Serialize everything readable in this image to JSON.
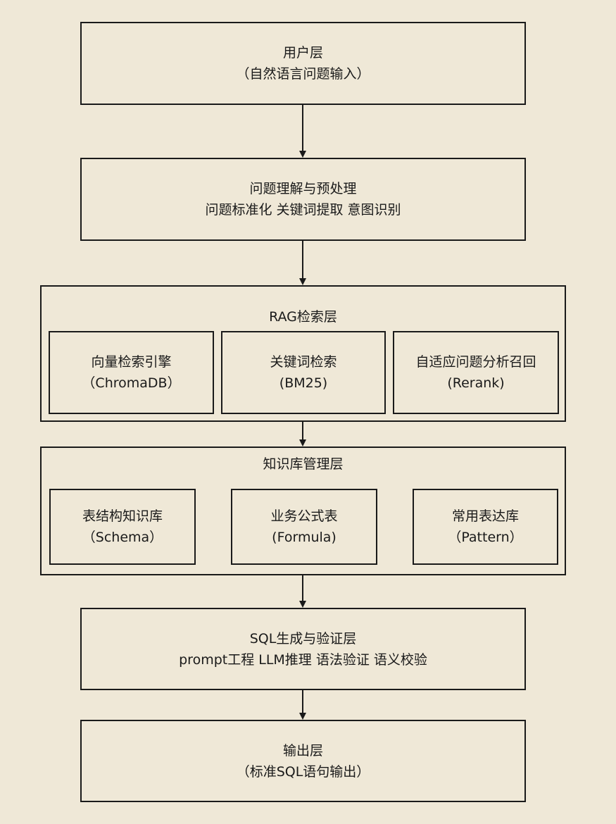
{
  "user_layer": {
    "title": "用户层",
    "subtitle": "（自然语言问题输入）"
  },
  "preprocess_layer": {
    "title": "问题理解与预处理",
    "subtitle": "问题标准化  关键词提取  意图识别"
  },
  "rag_layer": {
    "title": "RAG检索层",
    "items": [
      {
        "title": "向量检索引擎",
        "subtitle": "（ChromaDB）"
      },
      {
        "title": "关键词检索",
        "subtitle": "(BM25)"
      },
      {
        "title": "自适应问题分析召回",
        "subtitle": "(Rerank)"
      }
    ]
  },
  "kb_layer": {
    "title": "知识库管理层",
    "items": [
      {
        "title": "表结构知识库",
        "subtitle": "（Schema）"
      },
      {
        "title": "业务公式表",
        "subtitle": "(Formula)"
      },
      {
        "title": "常用表达库",
        "subtitle": "（Pattern）"
      }
    ]
  },
  "sql_layer": {
    "title": "SQL生成与验证层",
    "subtitle": "prompt工程  LLM推理  语法验证  语义校验"
  },
  "output_layer": {
    "title": "输出层",
    "subtitle": "（标准SQL语句输出）"
  }
}
